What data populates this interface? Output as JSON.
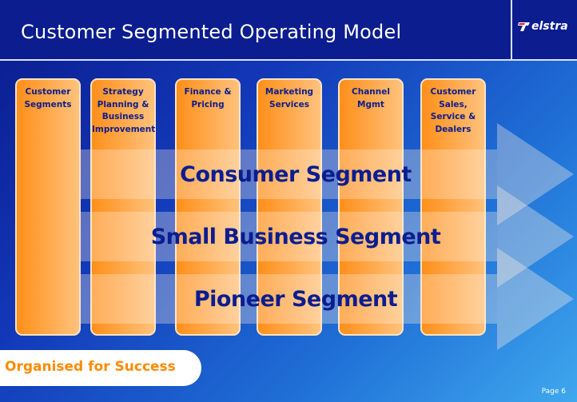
{
  "header": {
    "title": "Customer Segmented Operating Model",
    "logo_text": "elstra"
  },
  "diagram": {
    "columns": [
      {
        "label": "Customer\nSegments"
      },
      {
        "label": "Strategy\nPlanning &\nBusiness\nImprovement"
      },
      {
        "label": "Finance &\nPricing"
      },
      {
        "label": "Marketing\nServices"
      },
      {
        "label": "Channel Mgmt"
      },
      {
        "label": "Customer\nSales,\nService &\nDealers"
      }
    ],
    "segments": [
      {
        "label": "Consumer Segment"
      },
      {
        "label": "Small Business Segment"
      },
      {
        "label": "Pioneer Segment"
      }
    ]
  },
  "footer": {
    "tagline": "Organised for Success",
    "page": "Page 6"
  },
  "colors": {
    "brand_blue": "#0b1d8f",
    "column_orange": "#ff9a2e",
    "accent_orange": "#ff8a00"
  }
}
